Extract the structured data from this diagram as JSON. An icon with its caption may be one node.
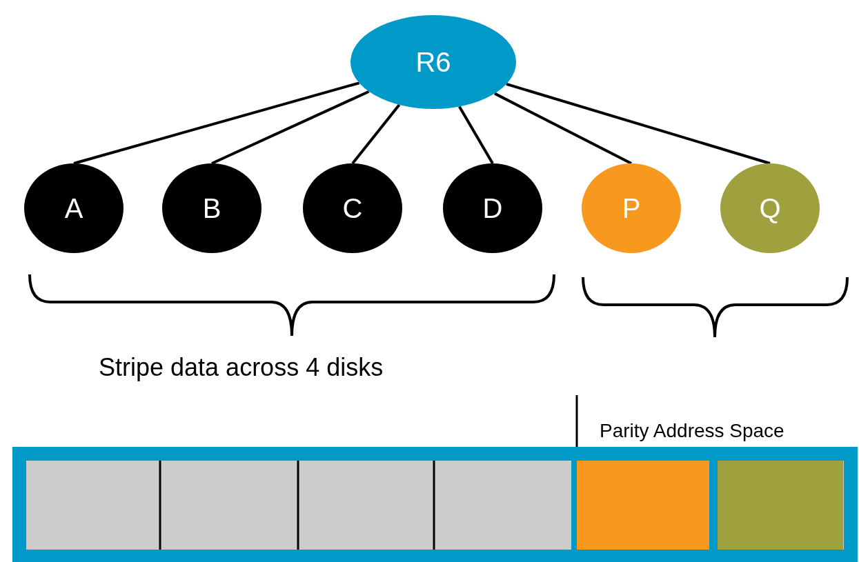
{
  "diagram": {
    "nodes": [
      {
        "text": [
          "R6"
        ]
      },
      {
        "text": [
          "A"
        ]
      },
      {
        "text": [
          "B"
        ]
      },
      {
        "text": [
          "C"
        ]
      },
      {
        "text": [
          "D"
        ]
      },
      {
        "text": [
          "P"
        ]
      },
      {
        "text": [
          "Q"
        ]
      }
    ],
    "edges": [
      {
        "from": 0,
        "to": 1,
        "arrow": "none"
      },
      {
        "from": 0,
        "to": 2,
        "arrow": "none"
      },
      {
        "from": 0,
        "to": 3,
        "arrow": "none"
      },
      {
        "from": 0,
        "to": 4,
        "arrow": "none"
      },
      {
        "from": 0,
        "to": 5,
        "arrow": "none"
      },
      {
        "from": 0,
        "to": 6,
        "arrow": "none"
      }
    ],
    "labels": [
      "Stripe data across 4 disks",
      "Parity Address Space"
    ]
  }
}
